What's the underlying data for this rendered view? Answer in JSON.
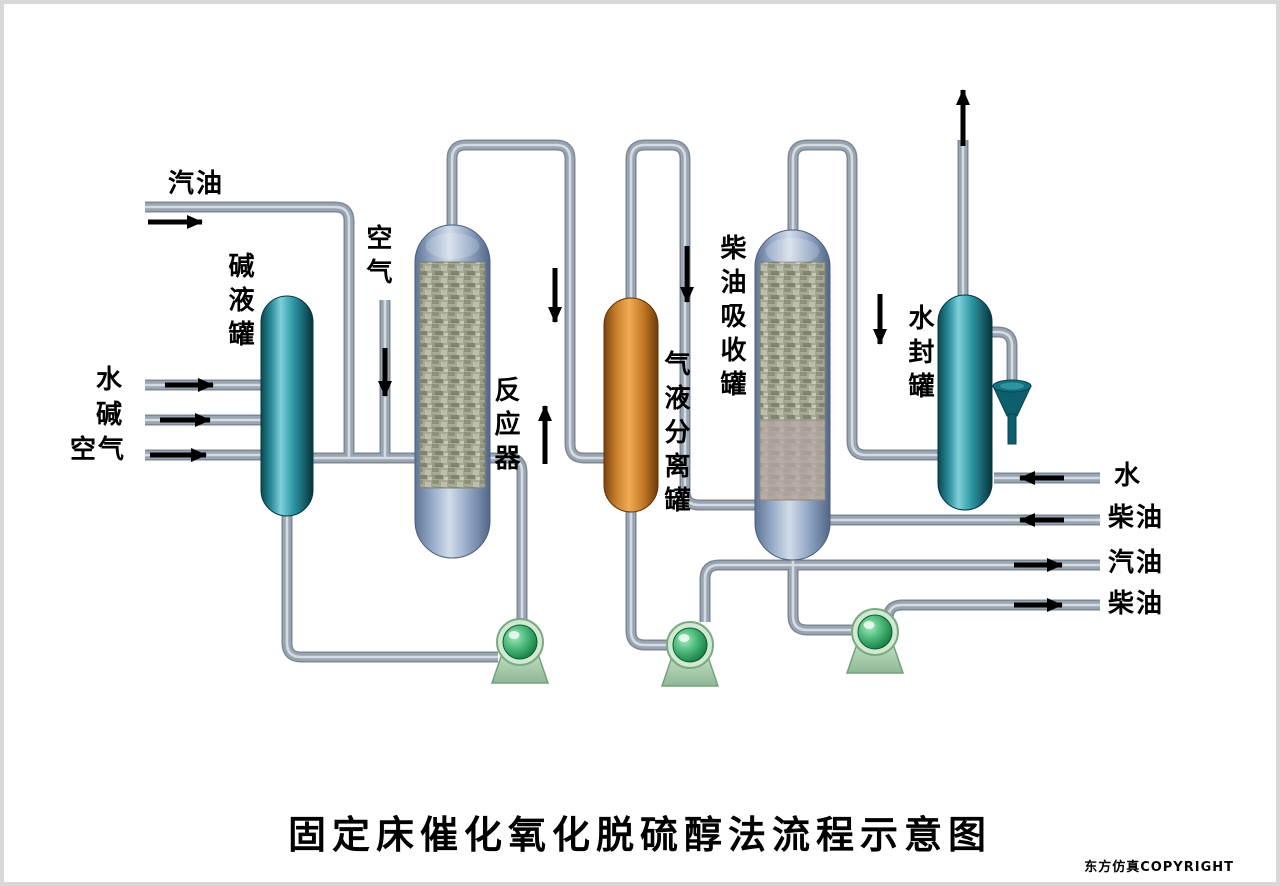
{
  "diagram": {
    "title": "固定床催化氧化脱硫醇法流程示意图",
    "copyright": "东方仿真COPYRIGHT"
  },
  "equipment": {
    "caustic_tank": "碱液罐",
    "reactor": "反应器",
    "separator": "气液分离罐",
    "absorber": "柴油吸收罐",
    "water_seal_tank": "水封罐"
  },
  "streams": {
    "gasoline_in": "汽油",
    "water_in": "水",
    "caustic_in": "碱",
    "air_in": "空气",
    "air_top": "空气",
    "water_right": "水",
    "diesel_in_right": "柴油",
    "gasoline_out": "汽油",
    "diesel_out": "柴油"
  },
  "colors": {
    "pipe": "#9aa5b2",
    "teal_vessel": "#2b8d9b",
    "steel_vessel": "#94a9c6",
    "orange_vessel": "#f2ab55",
    "pump_green": "#1f8a4c",
    "arrow": "#000000"
  }
}
